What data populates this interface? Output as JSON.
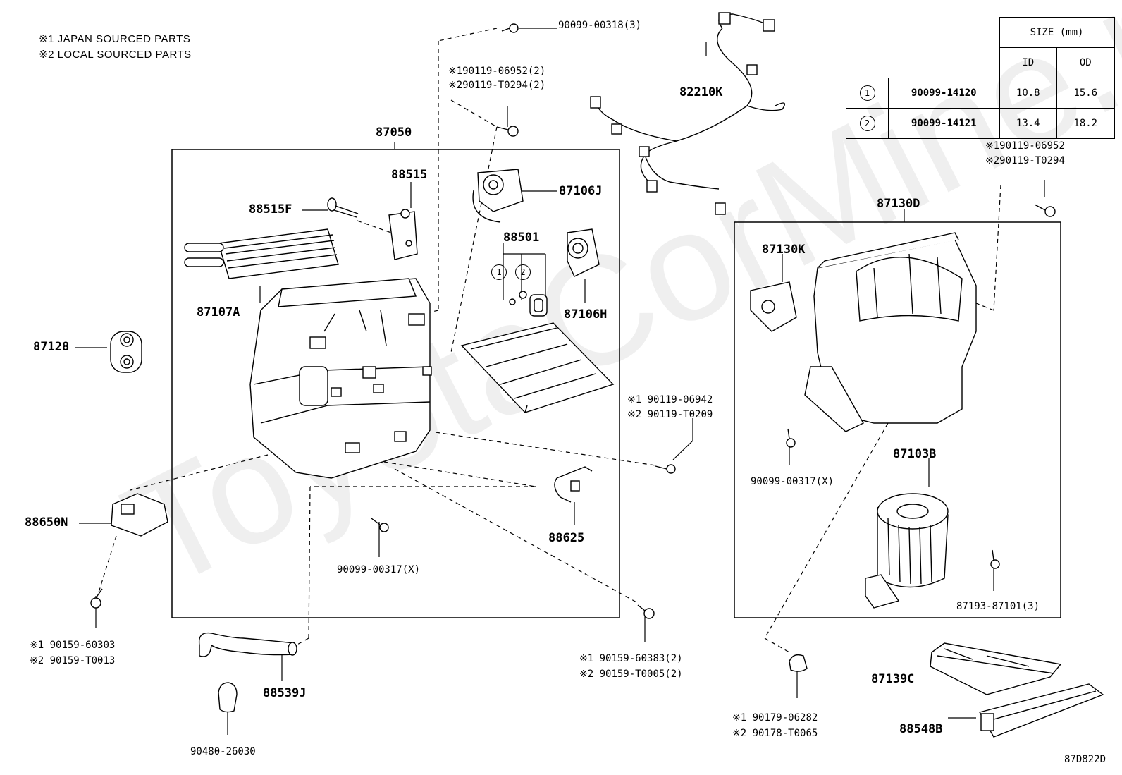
{
  "notes": {
    "japan": "※1 JAPAN SOURCED PARTS",
    "local": "※2 LOCAL SOURCED PARTS"
  },
  "size_table": {
    "header": "SIZE (mm)",
    "col_id": "ID",
    "col_od": "OD",
    "rows": [
      {
        "mark": "1",
        "part": "90099-14120",
        "id": "10.8",
        "od": "15.6"
      },
      {
        "mark": "2",
        "part": "90099-14121",
        "id": "13.4",
        "od": "18.2"
      }
    ]
  },
  "parts": {
    "p90099_00318": "90099-00318(3)",
    "p190119_06952_2": "※190119-06952(2)",
    "p290119_T0294_2": "※290119-T0294(2)",
    "p82210K": "82210K",
    "p87050": "87050",
    "p88515": "88515",
    "p88515F": "88515F",
    "p87106J": "87106J",
    "p88501": "88501",
    "p87107A": "87107A",
    "p87106H": "87106H",
    "p87128": "87128",
    "p88650N": "88650N",
    "p88625": "88625",
    "p90099_00317_left": "90099-00317(X)",
    "p90119_06942": "※1 90119-06942",
    "p90119_T0209": "※2 90119-T0209",
    "p90159_60303": "※1 90159-60303",
    "p90159_T0013": "※2 90159-T0013",
    "p88539J": "88539J",
    "p90480_26030": "90480-26030",
    "p90159_60383": "※1 90159-60383(2)",
    "p90159_T0005": "※2 90159-T0005(2)",
    "p190119_06952_r": "※190119-06952",
    "p290119_T0294_r": "※290119-T0294",
    "p87130D": "87130D",
    "p87130K": "87130K",
    "p90099_00317_right": "90099-00317(X)",
    "p87103B": "87103B",
    "p87193_87101": "87193-87101(3)",
    "p90179_06282": "※1 90179-06282",
    "p90178_T0065": "※2 90178-T0065",
    "p87139C": "87139C",
    "p88548B": "88548B",
    "p88501_c1": "1",
    "p88501_c2": "2"
  },
  "diagram_code": "87D822D",
  "watermark": "ToyotaCorMine.ru"
}
